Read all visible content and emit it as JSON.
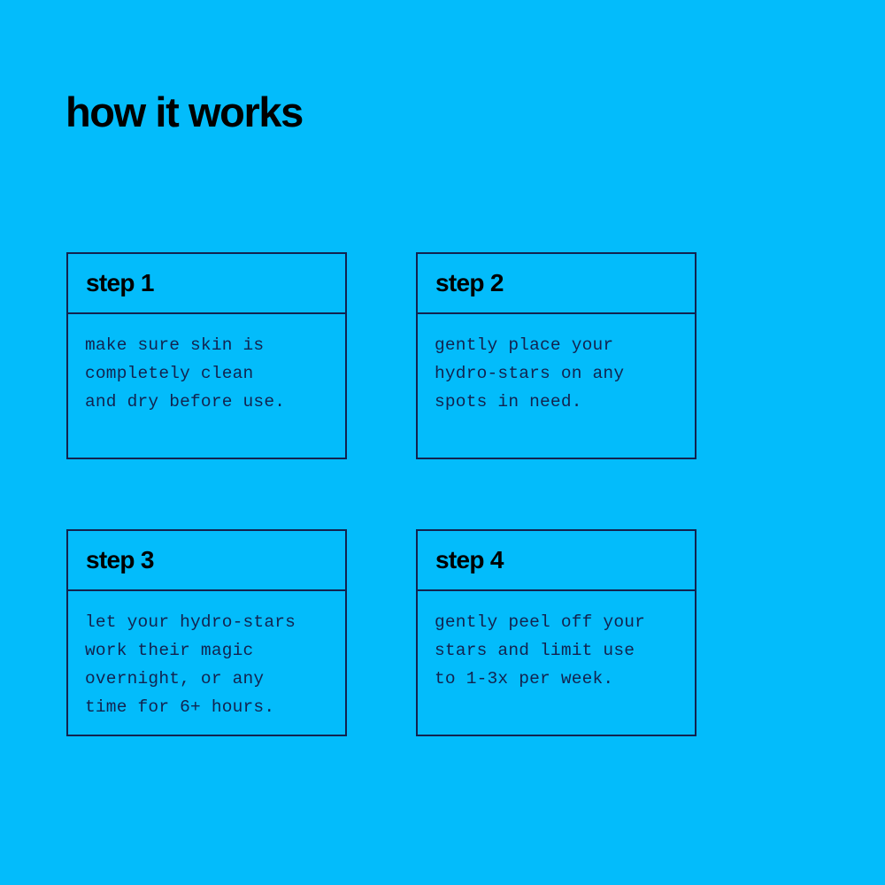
{
  "page": {
    "title": "how it works",
    "background_color": "#03bcfb",
    "ink_color": "#12234f",
    "heading_color": "#000000"
  },
  "cards": [
    {
      "header": "step 1",
      "lines": [
        "make sure skin is",
        "completely clean",
        "and dry before use."
      ]
    },
    {
      "header": "step 2",
      "lines": [
        "gently place your",
        "hydro-stars on any",
        "spots in need."
      ]
    },
    {
      "header": "step 3",
      "lines": [
        "let your hydro-stars",
        "work their magic",
        "overnight, or any",
        "time for 6+ hours."
      ]
    },
    {
      "header": "step 4",
      "lines": [
        "gently peel off your",
        "stars and limit use",
        "to 1-3x per week."
      ]
    }
  ]
}
